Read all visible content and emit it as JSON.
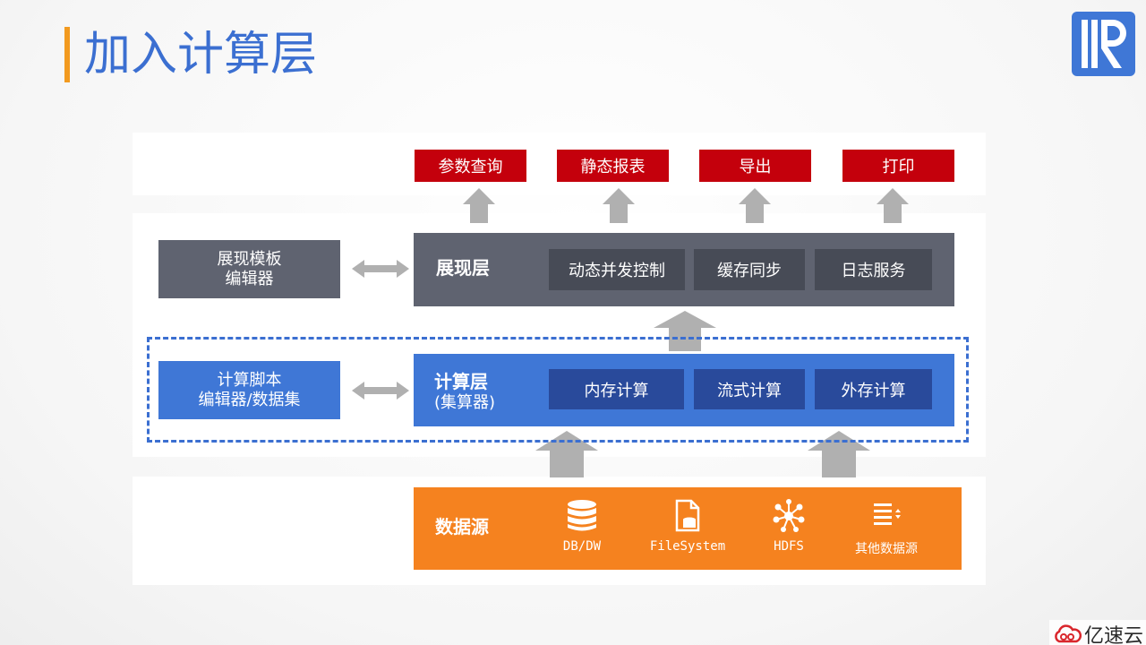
{
  "title": "加入计算层",
  "outputs": [
    "参数查询",
    "静态报表",
    "导出",
    "打印"
  ],
  "presentation": {
    "template_editor": [
      "展现模板",
      "编辑器"
    ],
    "label": "展现层",
    "items": [
      "动态并发控制",
      "缓存同步",
      "日志服务"
    ]
  },
  "compute": {
    "script_editor": [
      "计算脚本",
      "编辑器/数据集"
    ],
    "label": "计算层",
    "sublabel": "(集算器)",
    "items": [
      "内存计算",
      "流式计算",
      "外存计算"
    ]
  },
  "datasource": {
    "label": "数据源",
    "items": [
      {
        "name": "DB/DW",
        "icon": "database-icon"
      },
      {
        "name": "FileSystem",
        "icon": "file-icon"
      },
      {
        "name": "HDFS",
        "icon": "network-icon"
      },
      {
        "name": "其他数据源",
        "icon": "list-icon"
      }
    ]
  },
  "watermark": "亿速云",
  "colors": {
    "title": "#3b6fd1",
    "title_bar": "#f29a1f",
    "output_red": "#c4000c",
    "presentation_grey": "#5f6370",
    "compute_blue": "#3f77d6",
    "compute_dark": "#294a9b",
    "datasource_orange": "#f5821f",
    "arrow_grey": "#b0b0b0"
  }
}
